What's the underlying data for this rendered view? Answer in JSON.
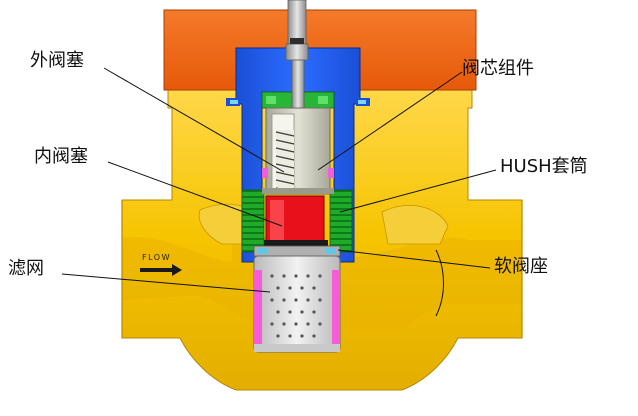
{
  "labels": {
    "outer_plug": "外阀塞",
    "inner_plug": "内阀塞",
    "strainer": "滤网",
    "core_assembly": "阀芯组件",
    "hush_cage": "HUSH套筒",
    "soft_seat": "软阀座"
  },
  "flow_text": "FLOW",
  "colors": {
    "body": "#F6C400",
    "body_dark": "#D9A300",
    "bonnet": "#F06410",
    "guide": "#1F5BE8",
    "cage": "#1FAA2A",
    "inner_plug": "#E8101A",
    "core": "#C9C9B8",
    "strainer": "#D7D7D7",
    "accent": "#F45CD8"
  }
}
